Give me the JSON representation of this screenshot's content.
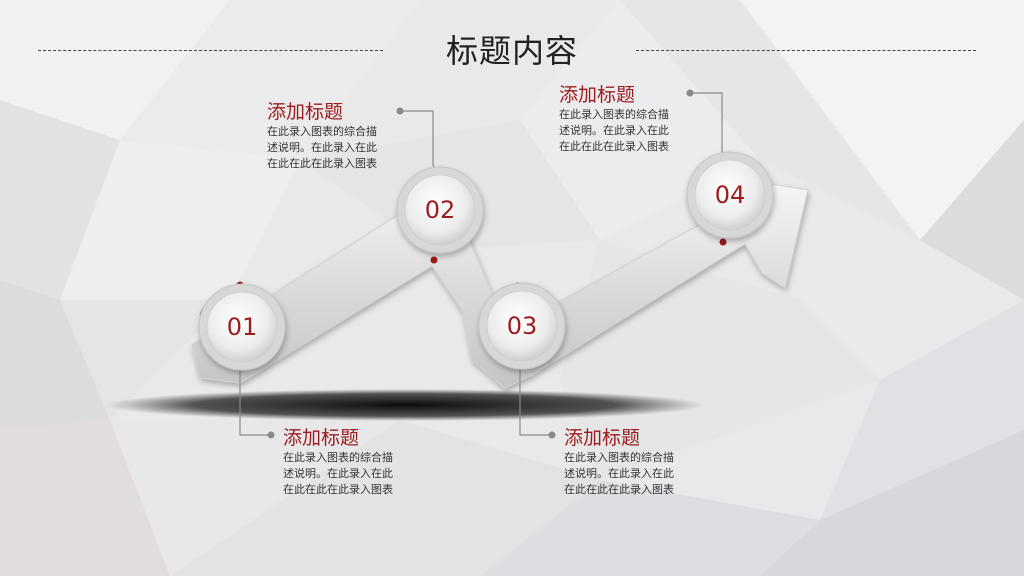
{
  "slide": {
    "title": "标题内容"
  },
  "steps": [
    {
      "number": "01",
      "heading": "添加标题",
      "desc": [
        "在此录入图表的综合描",
        "述说明。在此录入在此",
        "在此在此在此录入图表"
      ]
    },
    {
      "number": "02",
      "heading": "添加标题",
      "desc": [
        "在此录入图表的综合描",
        "述说明。在此录入在此",
        "在此在此在此录入图表"
      ]
    },
    {
      "number": "03",
      "heading": "添加标题",
      "desc": [
        "在此录入图表的综合描",
        "述说明。在此录入在此",
        "在此在此在此录入图表"
      ]
    },
    {
      "number": "04",
      "heading": "添加标题",
      "desc": [
        "在此录入图表的综合描",
        "述说明。在此录入在此",
        "在此在此在此录入图表"
      ]
    }
  ],
  "colors": {
    "accent": "#9b1c1c",
    "background": "#e9e9ea",
    "text": "#333333"
  }
}
